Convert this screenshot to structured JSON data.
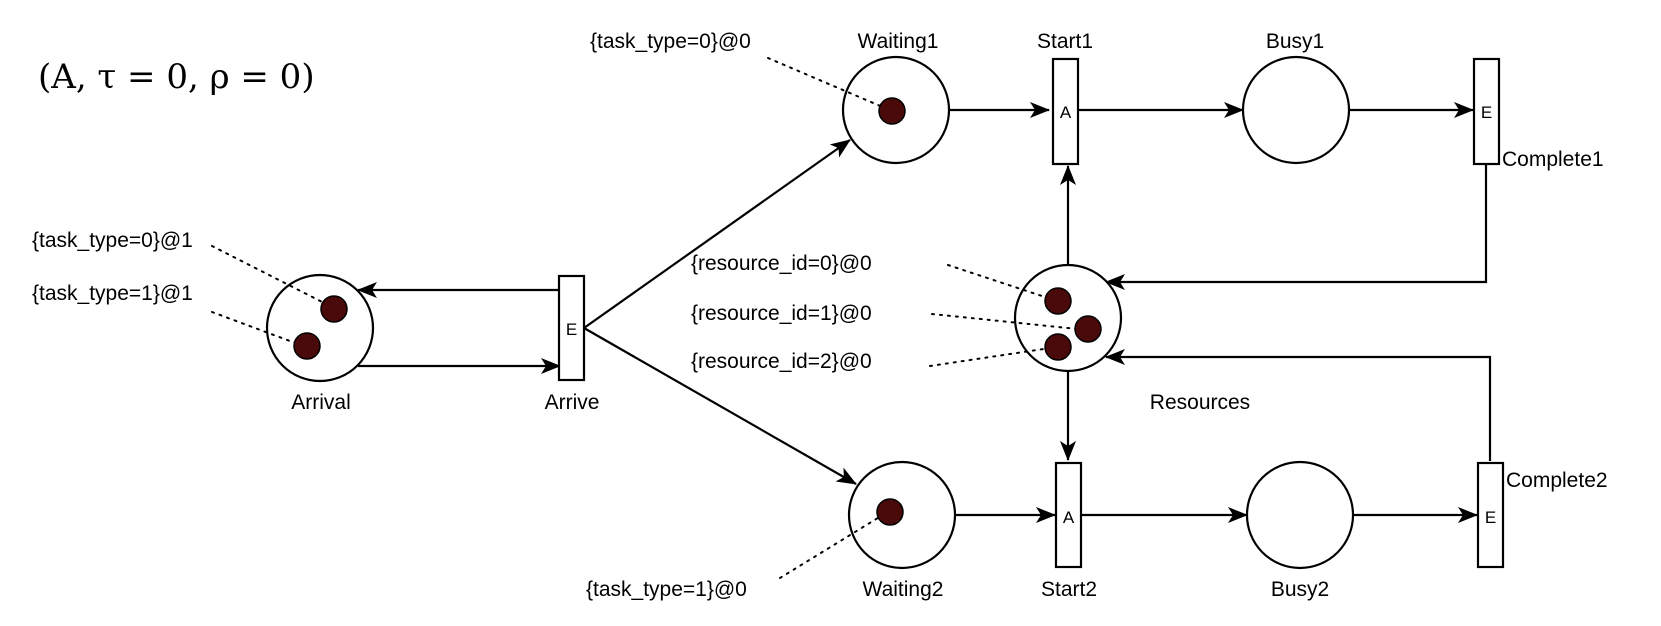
{
  "state_label": "(A, τ = 0, ρ = 0)",
  "places": {
    "arrival": "Arrival",
    "waiting1": "Waiting1",
    "waiting2": "Waiting2",
    "busy1": "Busy1",
    "busy2": "Busy2",
    "resources": "Resources"
  },
  "transitions": {
    "arrive": {
      "name": "Arrive",
      "type": "E"
    },
    "start1": {
      "name": "Start1",
      "type": "A"
    },
    "start2": {
      "name": "Start2",
      "type": "A"
    },
    "complete1": {
      "name": "Complete1",
      "type": "E"
    },
    "complete2": {
      "name": "Complete2",
      "type": "E"
    }
  },
  "tokens": {
    "arrival_0": "{task_type=0}@1",
    "arrival_1": "{task_type=1}@1",
    "waiting1_0": "{task_type=0}@0",
    "waiting2_0": "{task_type=1}@0",
    "resource_0": "{resource_id=0}@0",
    "resource_1": "{resource_id=1}@0",
    "resource_2": "{resource_id=2}@0"
  },
  "colors": {
    "token": "#4a0a0a"
  }
}
